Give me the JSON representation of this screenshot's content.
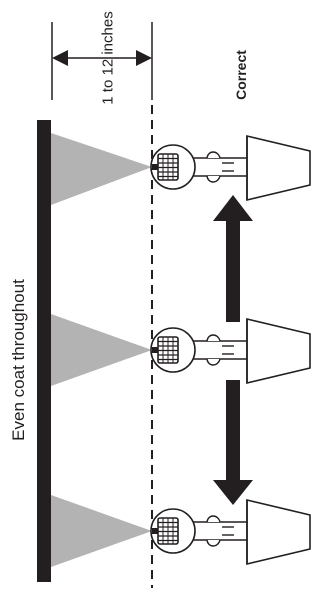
{
  "labels": {
    "surface_caption": "Even coat throughout",
    "distance": "1 to 12 inches",
    "verdict": "Correct"
  },
  "colors": {
    "ink": "#231f20",
    "spray": "#b3b3b3",
    "background": "#ffffff"
  }
}
